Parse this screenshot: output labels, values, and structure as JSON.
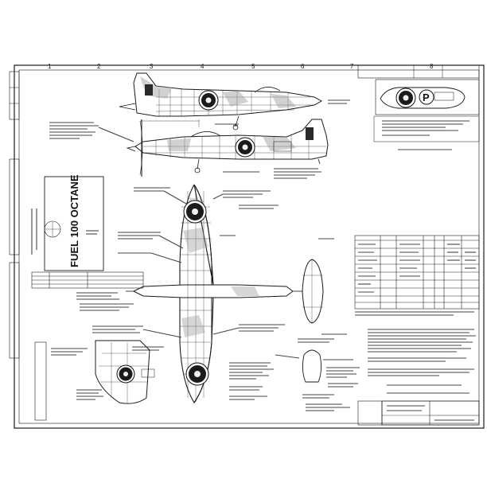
{
  "grid_numbers": [
    "1",
    "2",
    "3",
    "4",
    "5",
    "6",
    "7",
    "8"
  ],
  "fuel_panel": {
    "label": "FUEL 100 OCTANE"
  },
  "side_view_marking": {
    "serial_letter": "P"
  },
  "colors": {
    "paper": "#ffffff",
    "ink": "#1a1a1a",
    "roundel_dark": "#1b1b1b",
    "roundel_center": "#f2f2f2"
  }
}
